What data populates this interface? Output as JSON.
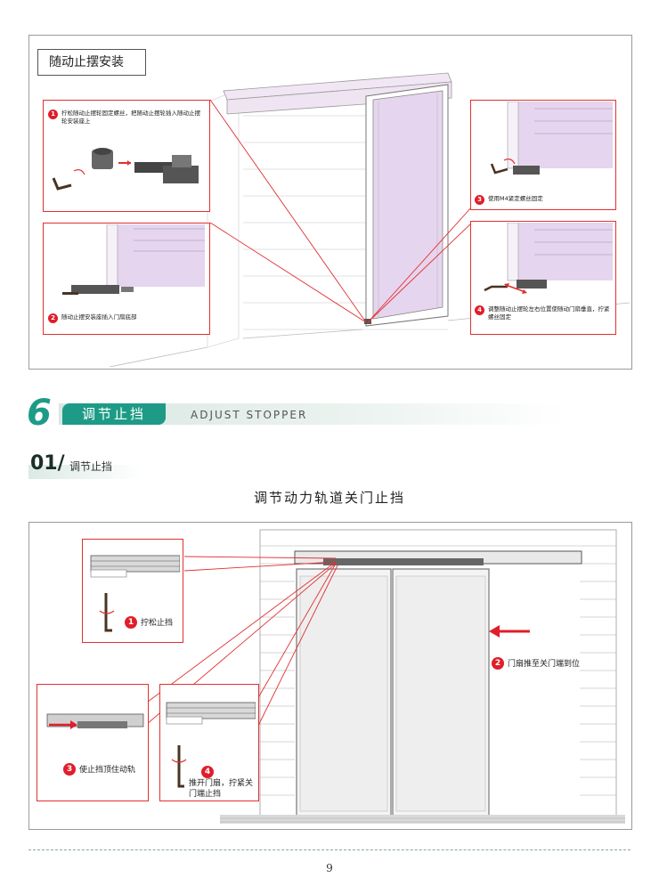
{
  "top": {
    "title": "随动止摆安装",
    "steps": [
      {
        "num": "1",
        "text": "拧松随动止摆轮固定螺丝，把随动止摆轮插入随动止摆轮安装座上"
      },
      {
        "num": "2",
        "text": "随动止摆安装座插入门扇底部"
      },
      {
        "num": "3",
        "text": "使用M4紧定螺丝固定"
      },
      {
        "num": "4",
        "text": "调整随动止摆轮左右位置使随动门扇垂直，拧紧螺丝固定"
      }
    ]
  },
  "section": {
    "number": "6",
    "title_cn": "调节止挡",
    "title_en": "ADJUST STOPPER"
  },
  "sub": {
    "number": "01/",
    "title": "调节止挡"
  },
  "bottom": {
    "heading": "调节动力轨道关门止挡",
    "steps": [
      {
        "num": "1",
        "text": "拧松止挡"
      },
      {
        "num": "2",
        "text": "门扇推至关门端到位"
      },
      {
        "num": "3",
        "text": "使止挡顶住动轨"
      },
      {
        "num": "4",
        "text": "推开门扇，拧紧关门端止挡"
      }
    ]
  },
  "page_number": "9",
  "colors": {
    "accent": "#1e9b86",
    "marker": "#e01e2a",
    "glass": "#d9c6e6"
  }
}
